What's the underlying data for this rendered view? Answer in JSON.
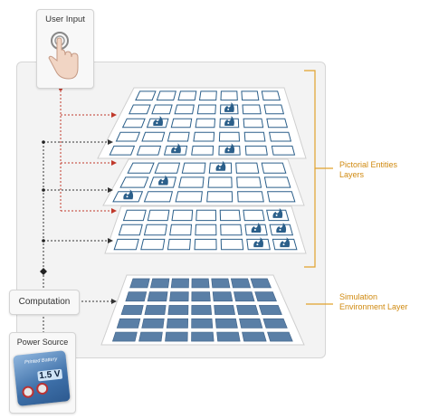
{
  "nodes": {
    "user_input": "User Input",
    "computation": "Computation",
    "power_source": "Power Source"
  },
  "battery": {
    "name": "Printed Battery",
    "voltage": "1.5 V"
  },
  "labels": {
    "pictorial_line1": "Pictorial Entities",
    "pictorial_line2": "Layers",
    "simulation_line1": "Simulation",
    "simulation_line2": "Environment Layer"
  },
  "colors": {
    "accent": "#e2a22c",
    "entity_blue": "#2b5f8a",
    "connector_red": "#c0392b",
    "connector_dark": "#333333",
    "sim_cell": "#5a7fa6"
  },
  "icons": {
    "touch": "hand-pointer-icon",
    "entity": "flame-creature-icon"
  }
}
